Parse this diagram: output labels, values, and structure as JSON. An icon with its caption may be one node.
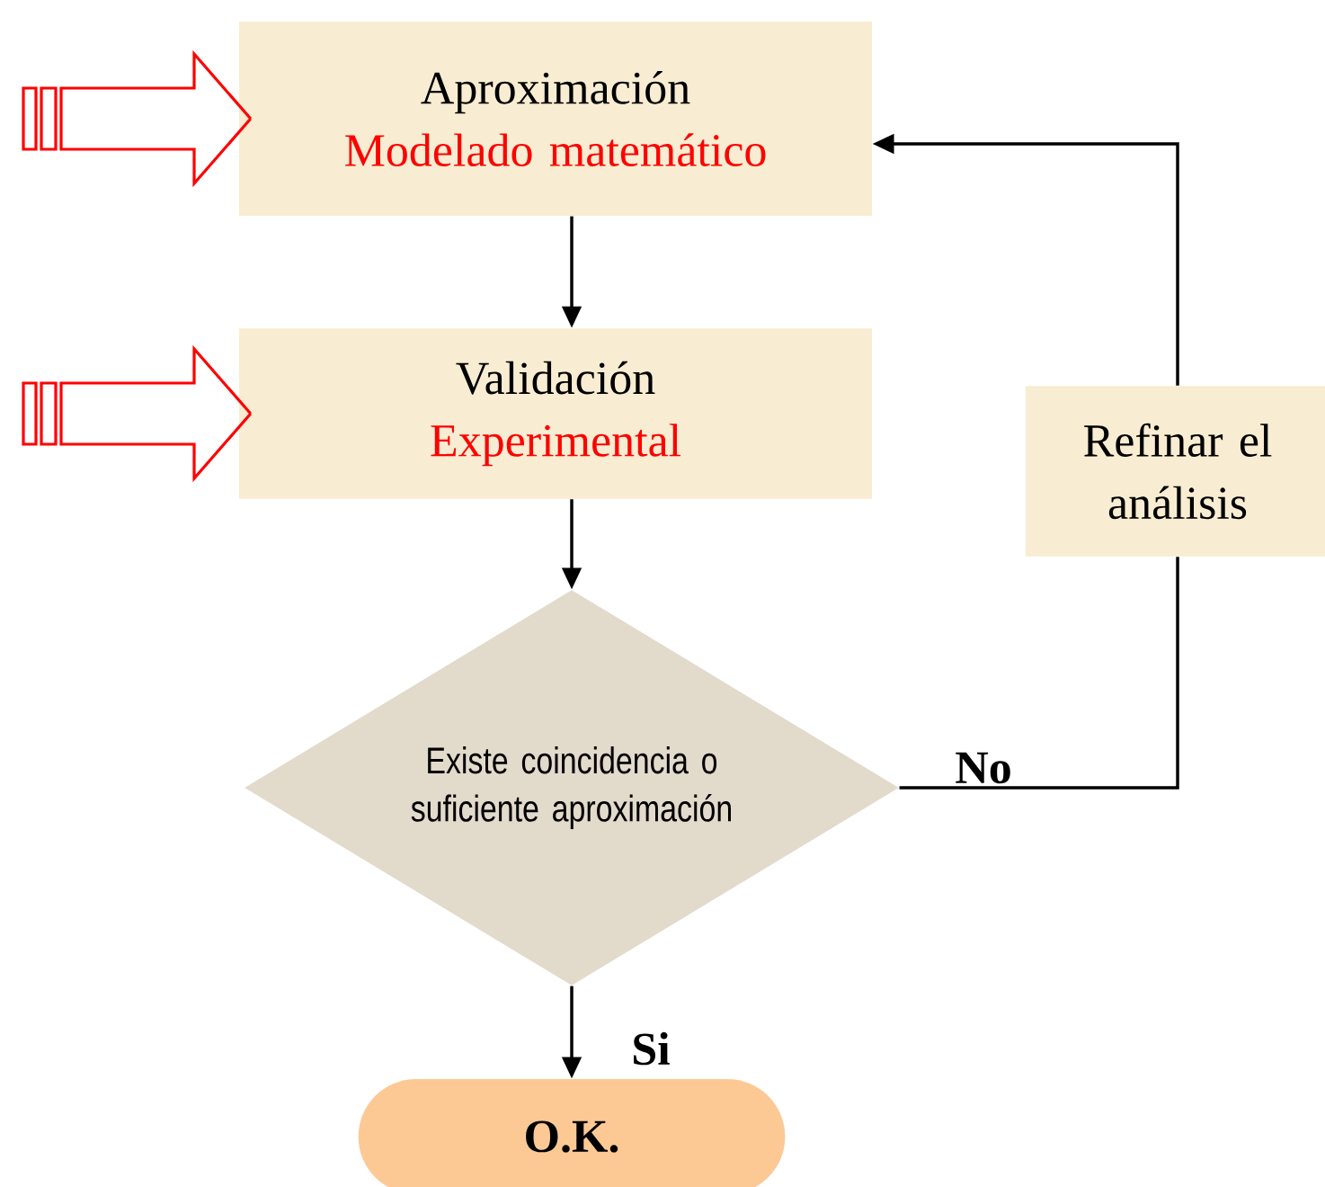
{
  "diagram": {
    "nodes": [
      {
        "text": [
          "Aproximación",
          "Modelado matemático"
        ]
      },
      {
        "text": [
          "Validación",
          "Experimental"
        ]
      },
      {
        "text": [
          "Existe coincidencia o suficiente aproximación"
        ]
      },
      {
        "text": [
          "O.K."
        ]
      },
      {
        "text": [
          "Refinar el análisis"
        ]
      }
    ],
    "edges": [
      {
        "from": 0,
        "to": 1,
        "arrow": "to"
      },
      {
        "from": 1,
        "to": 2,
        "arrow": "to"
      },
      {
        "from": 2,
        "to": 3,
        "arrow": "to",
        "label": "Si"
      },
      {
        "from": 2,
        "to": 4,
        "arrow": "none",
        "label": "No"
      },
      {
        "from": 4,
        "to": 0,
        "arrow": "to"
      },
      {
        "from": null,
        "to": 0,
        "arrow": "to",
        "color": "#ff0000"
      },
      {
        "from": null,
        "to": 1,
        "arrow": "to",
        "color": "#ff0000"
      }
    ]
  }
}
